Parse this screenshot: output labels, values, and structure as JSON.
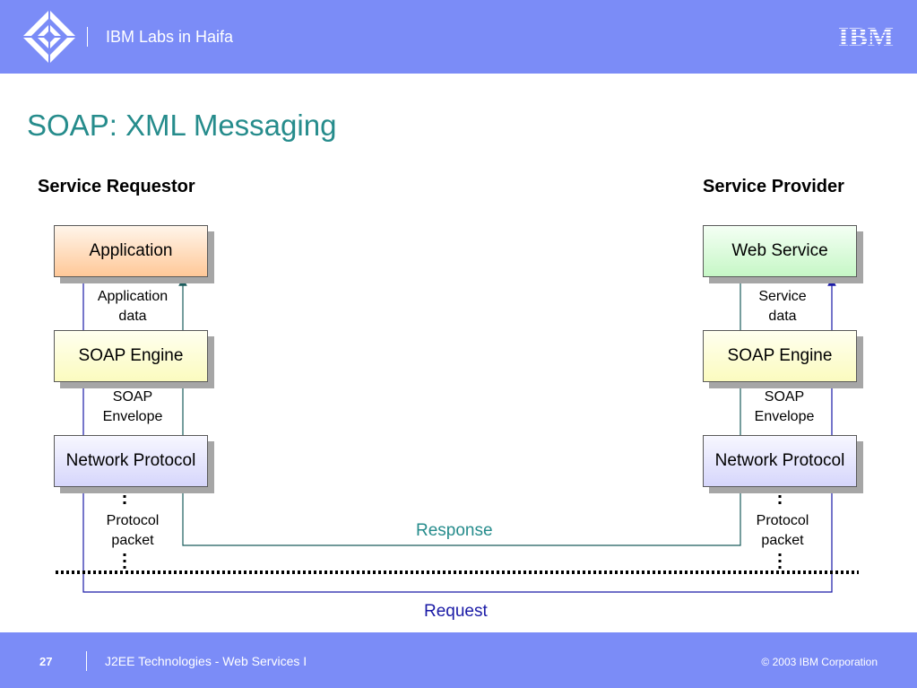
{
  "header": {
    "title": "IBM Labs in Haifa",
    "brand": "IBM",
    "logo_icon": "diamond-logo-icon"
  },
  "slide": {
    "title": "SOAP: XML Messaging"
  },
  "requestor": {
    "heading": "Service Requestor",
    "top_box": "Application",
    "top_label": [
      "Application",
      "data"
    ],
    "middle_box": "SOAP Engine",
    "middle_label": [
      "SOAP",
      "Envelope"
    ],
    "bottom_box": "Network Protocol",
    "bottom_label": [
      "Protocol",
      "packet"
    ]
  },
  "provider": {
    "heading": "Service Provider",
    "top_box": "Web Service",
    "top_label": [
      "Service",
      "data"
    ],
    "middle_box": "SOAP Engine",
    "middle_label": [
      "SOAP",
      "Envelope"
    ],
    "bottom_box": "Network Protocol",
    "bottom_label": [
      "Protocol",
      "packet"
    ]
  },
  "flows": {
    "response": "Response",
    "request": "Request"
  },
  "colors": {
    "header_bg": "#7b8cf7",
    "title": "#268c8c",
    "response_line": "#268c8c",
    "request_line": "#1a1aa6"
  },
  "footer": {
    "page_number": "27",
    "course": "J2EE Technologies - Web Services I",
    "copyright": "© 2003 IBM Corporation"
  }
}
